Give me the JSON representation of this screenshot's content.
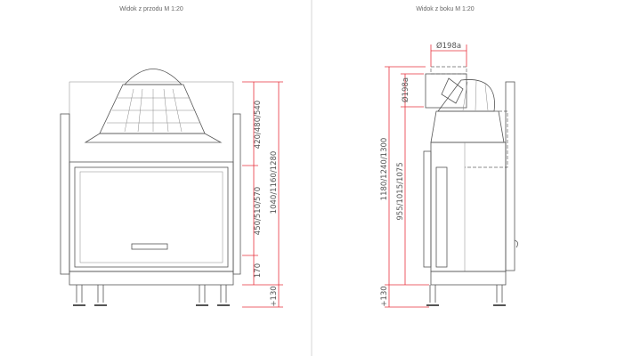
{
  "front_view": {
    "title": "Widok z przodu M 1:20",
    "dims": {
      "upper": "420/480/540",
      "middle": "450/510/570",
      "bottom": "170",
      "total": "1040/1160/1280",
      "legs": "+130"
    }
  },
  "side_view": {
    "title": "Widok z boku M 1:20",
    "dims": {
      "flue_width": "Ø198a",
      "flue_height": "Ø198a",
      "total": "1180/1240/1300",
      "body": "955/1015/1075",
      "legs": "+130"
    }
  },
  "colors": {
    "dimension": "#e8333f",
    "drawing": "#555555",
    "divider": "#cccccc"
  }
}
